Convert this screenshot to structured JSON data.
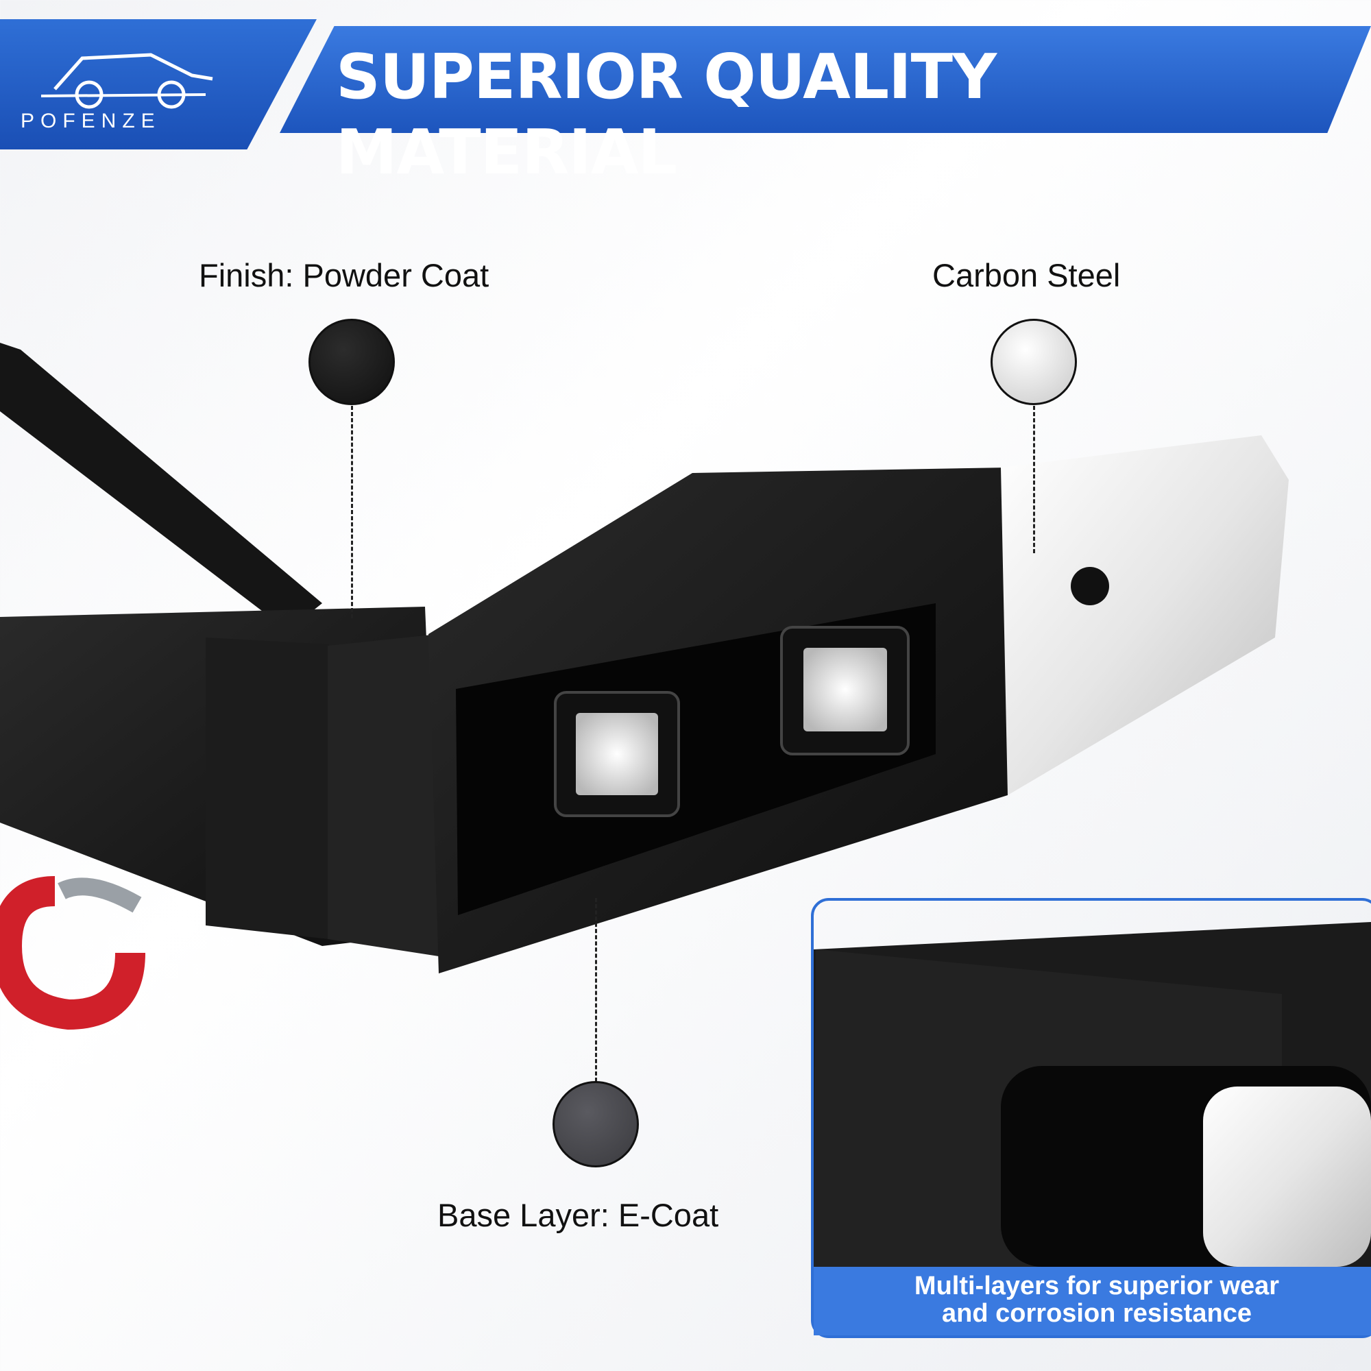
{
  "header": {
    "brand": "POFENZE",
    "title": "SUPERIOR QUALITY MATERIAL"
  },
  "callouts": {
    "finish": "Finish: Powder Coat",
    "steel": "Carbon Steel",
    "base": "Base Layer: E-Coat"
  },
  "inset": {
    "caption_line1": "Multi-layers for superior wear",
    "caption_line2": "and corrosion resistance"
  },
  "colors": {
    "brand_blue": "#2f6fd6",
    "powder_black": "#1a1a1a",
    "steel_silver": "#d9d9d9",
    "ecoat_gray": "#4a4a4f",
    "shackle_red": "#d0202a"
  }
}
